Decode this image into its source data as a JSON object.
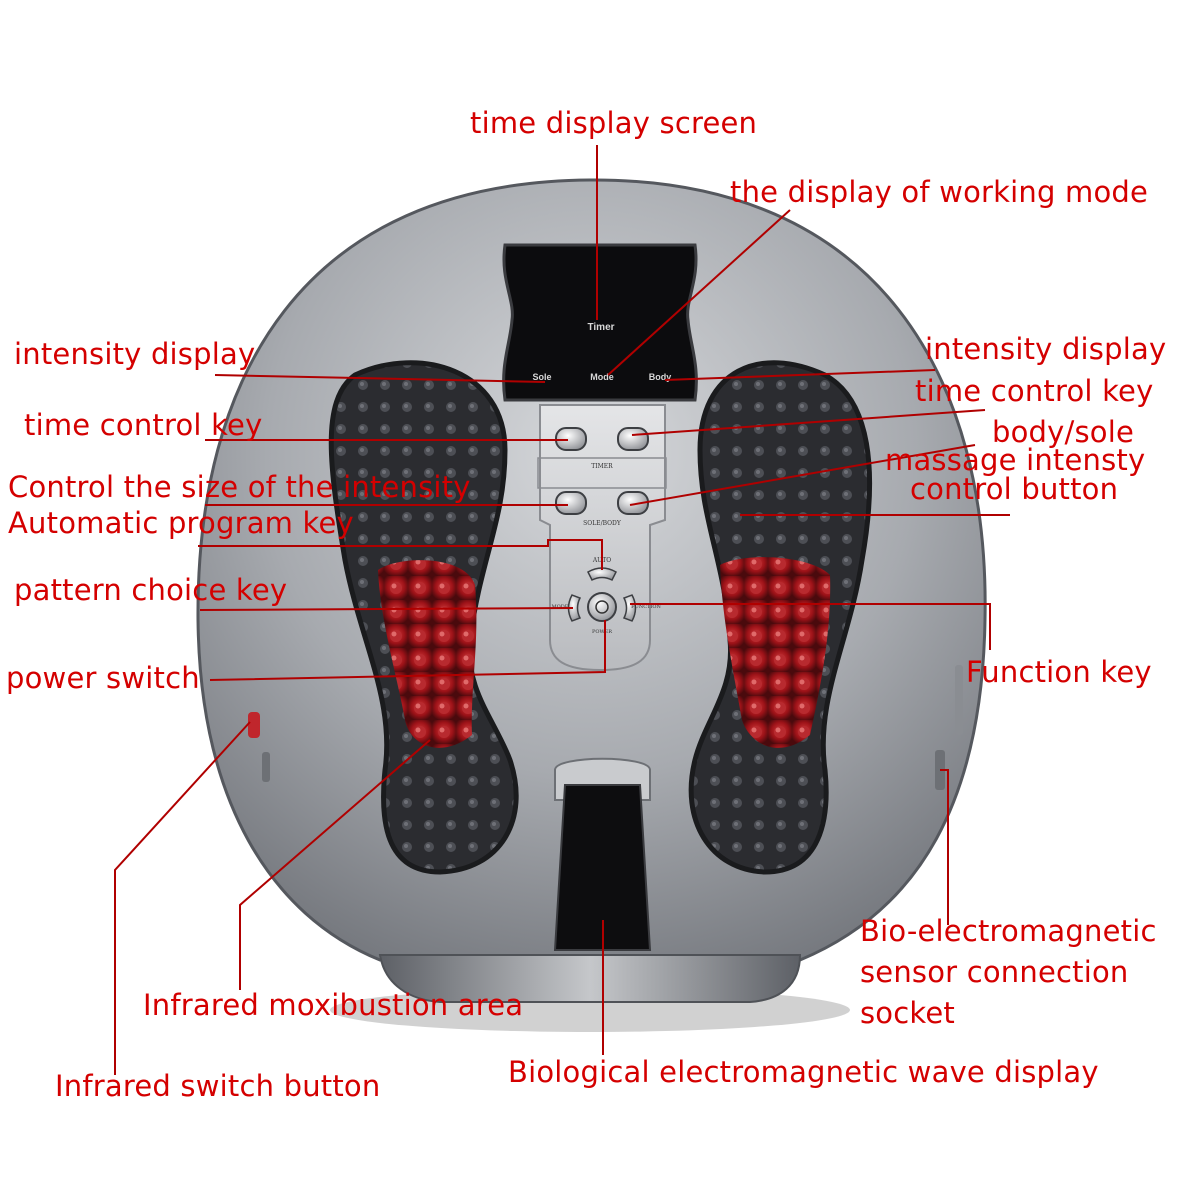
{
  "labels": {
    "time_display_screen": "time display screen",
    "working_mode_display": "the display of working mode",
    "intensity_display_left": "intensity display",
    "intensity_display_right": "intensity display",
    "time_control_key_left": "time control key",
    "time_control_key_right": "time control key",
    "body_sole_line1": "body/sole",
    "body_sole_line2": "massage intensty",
    "body_sole_line3": "control button",
    "control_intensity_size": "Control the size of the intensity",
    "automatic_program_key": "Automatic program key",
    "pattern_choice_key": "pattern choice key",
    "power_switch": "power switch",
    "function_key": "Function key",
    "bio_sensor_line1": "Bio-electromagnetic",
    "bio_sensor_line2": "sensor connection",
    "bio_sensor_line3": "socket",
    "infrared_moxibustion_area": "Infrared moxibustion area",
    "biological_wave_display": "Biological electromagnetic wave display",
    "infrared_switch_button": "Infrared switch button"
  },
  "device": {
    "screen_timer": "Timer",
    "screen_sole": "Sole",
    "screen_mode": "Mode",
    "screen_body": "Body",
    "panel_timer": "TIMER",
    "panel_sole_body": "SOLE/BODY",
    "panel_auto": "AUTO",
    "panel_mode": "MODE",
    "panel_function": "FUNCTION",
    "panel_power": "POWER"
  },
  "colors": {
    "label": "#d40000",
    "leader_line": "#b00000",
    "device_silver": "#a9acb1",
    "sole_dark": "#2a2b2e",
    "infrared_red": "#b0161c"
  }
}
